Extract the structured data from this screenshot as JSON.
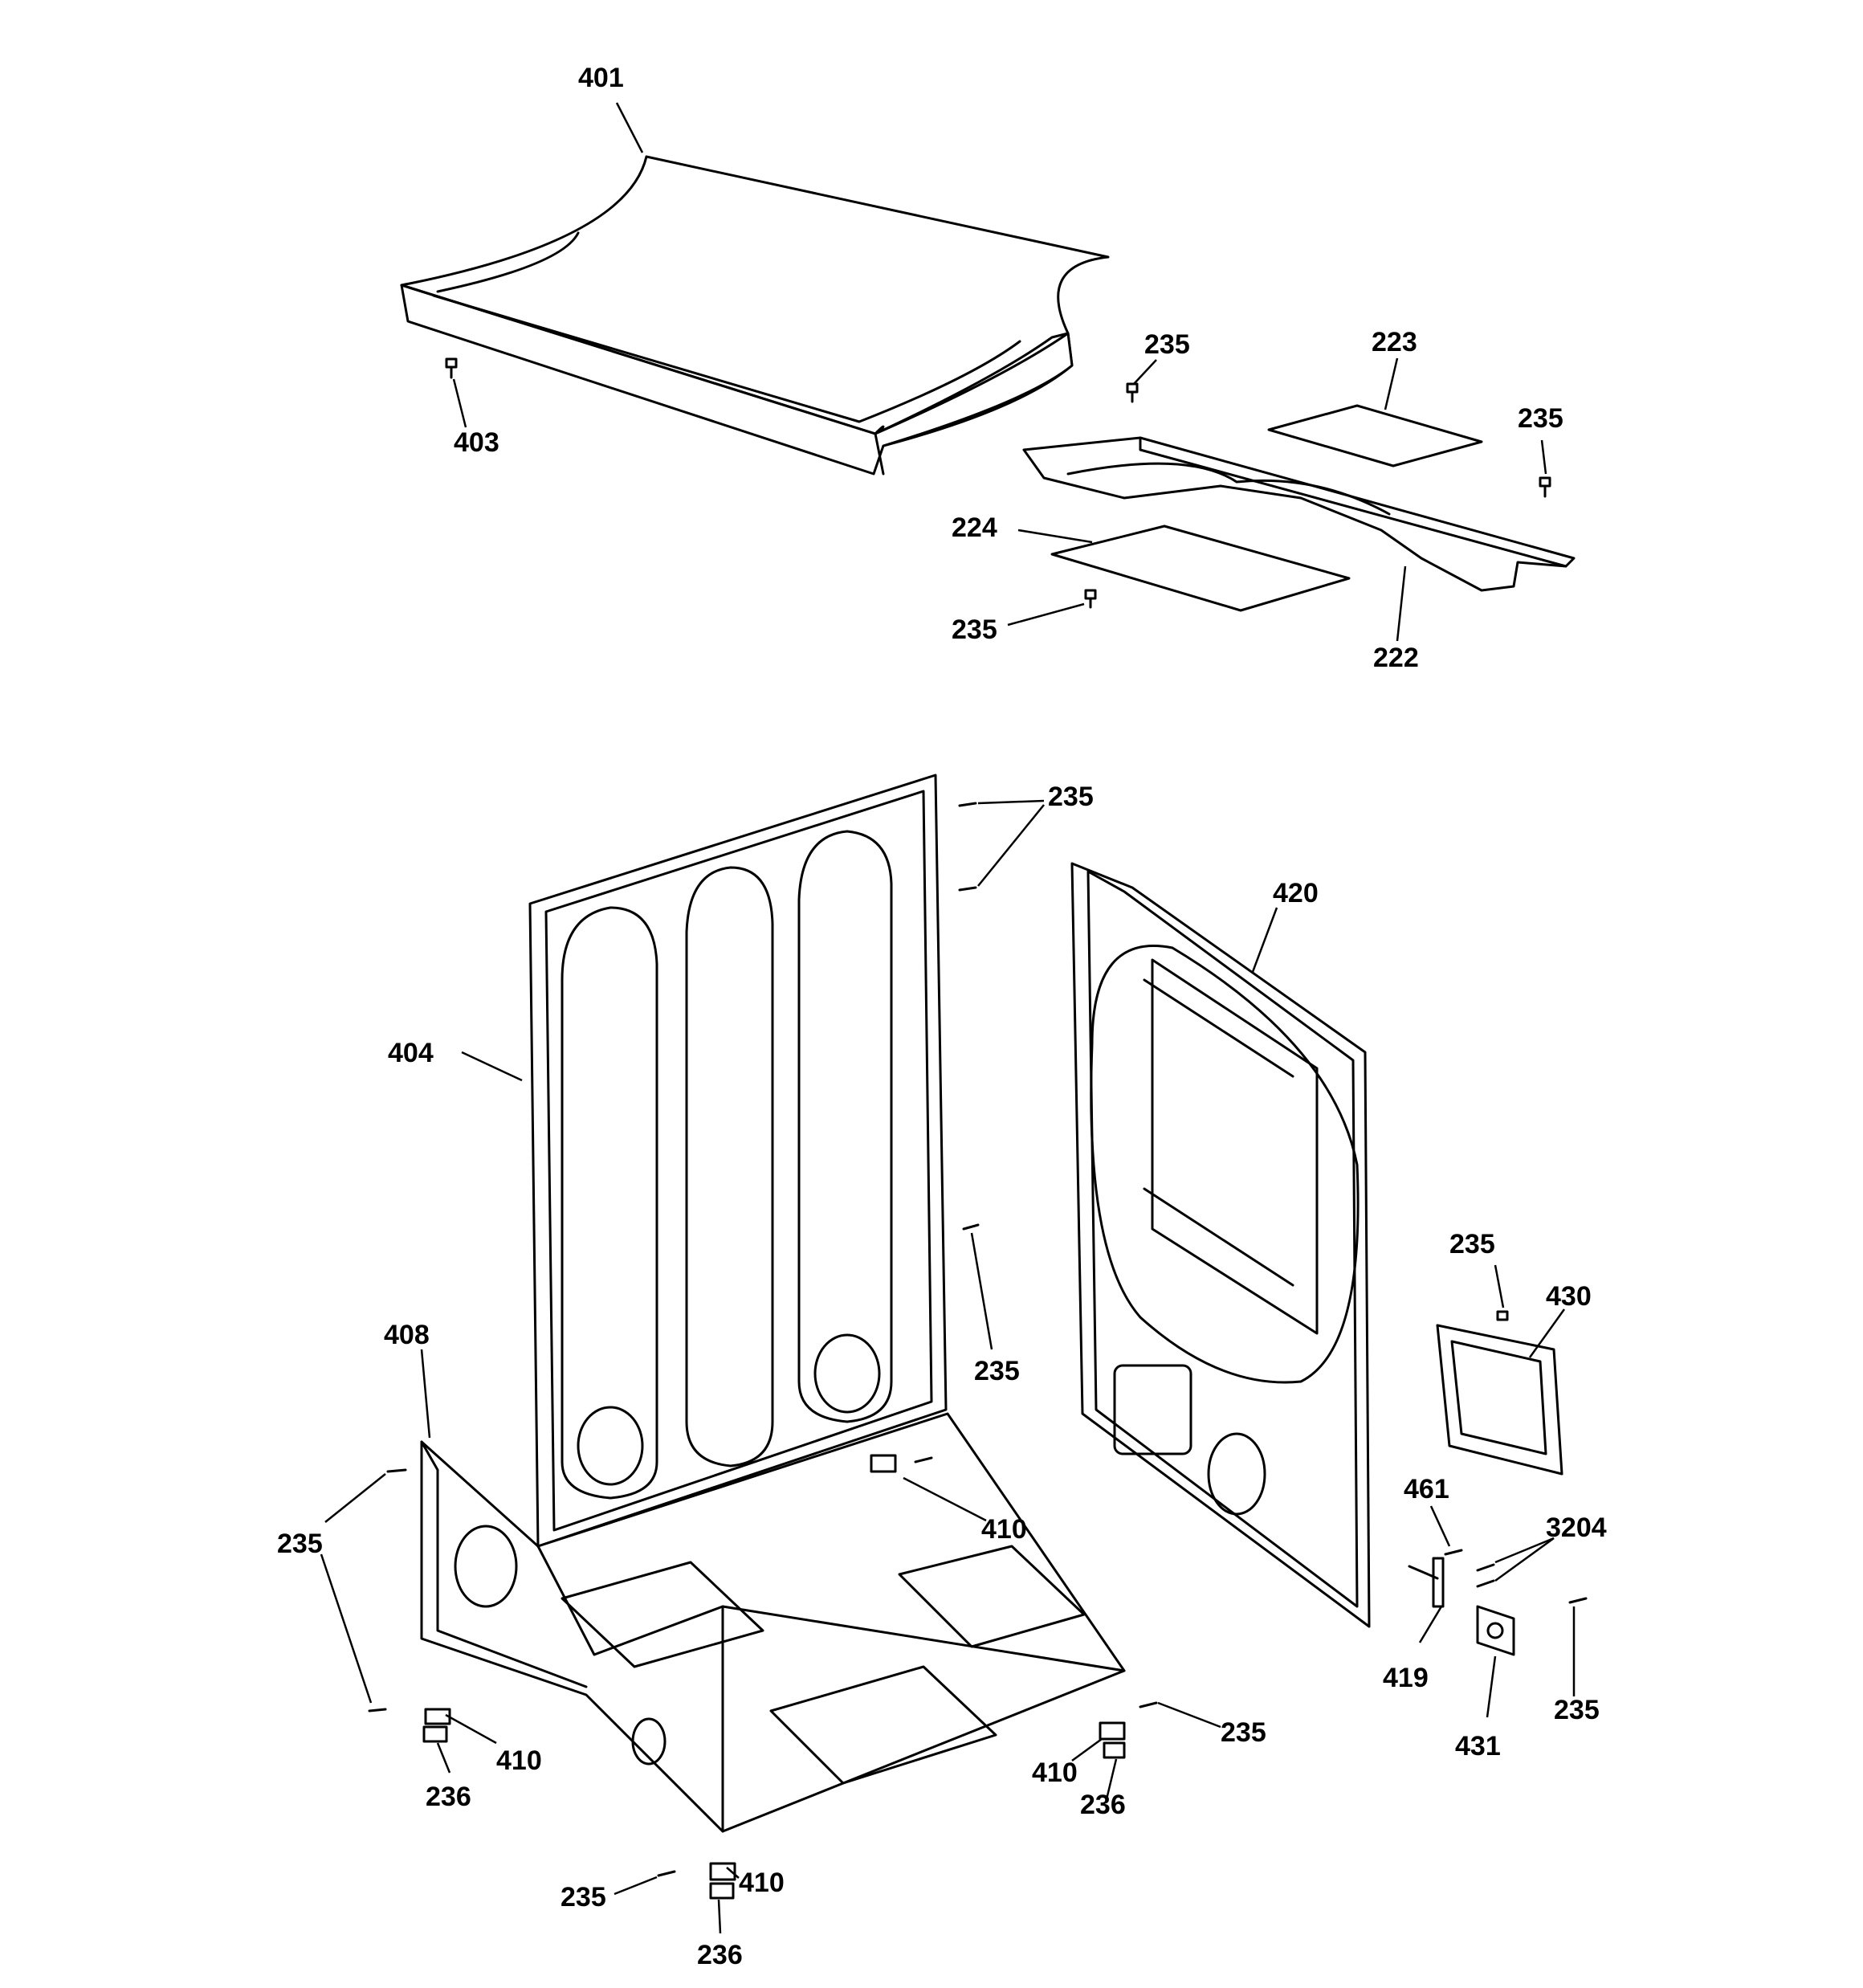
{
  "callouts": {
    "c401": "401",
    "c403": "403",
    "c235_a": "235",
    "c223": "223",
    "c235_b": "235",
    "c224": "224",
    "c235_c": "235",
    "c222": "222",
    "c235_d": "235",
    "c420": "420",
    "c404": "404",
    "c235_e": "235",
    "c408": "408",
    "c235_f": "235",
    "c430": "430",
    "c235_g": "235",
    "c410_a": "410",
    "c461": "461",
    "c3204": "3204",
    "c419": "419",
    "c235_h": "235",
    "c431": "431",
    "c235_i": "235",
    "c410_b": "410",
    "c236_a": "236",
    "c410_c": "410",
    "c236_b": "236",
    "c235_j": "235",
    "c410_d": "410",
    "c236_c": "236"
  }
}
